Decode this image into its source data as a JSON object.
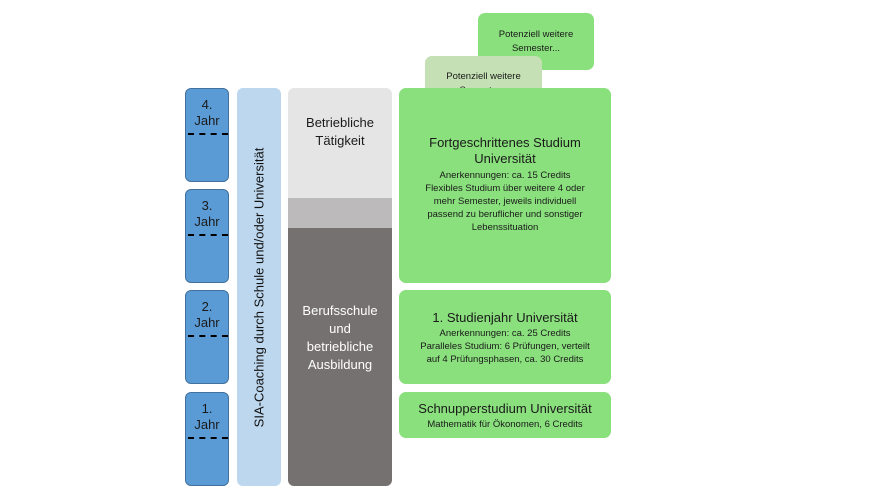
{
  "years": [
    {
      "num": "4.",
      "label": "Jahr"
    },
    {
      "num": "3.",
      "label": "Jahr"
    },
    {
      "num": "2.",
      "label": "Jahr"
    },
    {
      "num": "1.",
      "label": "Jahr"
    }
  ],
  "coaching": {
    "label": "SIA-Coaching durch Schule und/oder Universität"
  },
  "work": {
    "top_line1": "Betriebliche",
    "top_line2": "Tätigkeit",
    "bottom_lines": [
      "Berufsschule",
      "und",
      "betriebliche",
      "Ausbildung"
    ]
  },
  "potential": [
    {
      "line1": "Potenziell weitere",
      "line2": "Semester..."
    },
    {
      "line1": "Potenziell weitere",
      "line2": "Semester..."
    }
  ],
  "advanced": {
    "title1": "Fortgeschrittenes Studium",
    "title2": "Universität",
    "details": [
      "Anerkennungen:  ca. 15 Credits",
      "Flexibles Studium über weitere 4 oder",
      "mehr Semester, jeweils individuell",
      "passend zu beruflicher und sonstiger",
      "Lebenssituation"
    ]
  },
  "first_year": {
    "title": "1. Studienjahr Universität",
    "details": [
      "Anerkennungen:  ca. 25 Credits",
      "Paralleles Studium: 6 Prüfungen,  verteilt",
      "auf 4 Prüfungsphasen, ca. 30 Credits"
    ]
  },
  "taster": {
    "title": "Schnupperstudium Universität",
    "details": [
      "Mathematik für Ökonomen,  6 Credits"
    ]
  },
  "colors": {
    "year_blue": "#5b9bd5",
    "coaching_blue": "#bdd7ee",
    "grey_light": "#e5e5e5",
    "grey_mid": "#bcbaba",
    "grey_dark": "#767171",
    "green": "#8ae07d",
    "green_pale": "#c5e0b4"
  }
}
